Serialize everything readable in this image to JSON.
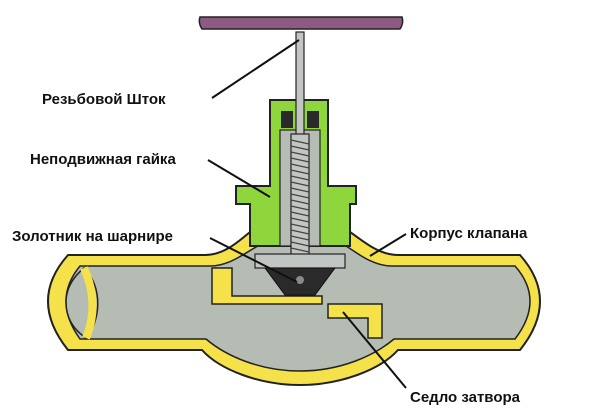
{
  "labels": {
    "stem": "Резьбовой Шток",
    "nut": "Неподвижная гайка",
    "disc": "Золотник на шарнире",
    "body": "Корпус клапана",
    "seat": "Седло затвора"
  },
  "colors": {
    "pipe_outline": "#f5e14a",
    "pipe_interior": "#b5bcb3",
    "bonnet": "#8ed63c",
    "handwheel": "#8c5a82",
    "stem": "#c2c6c3",
    "disc": "#2a2a2a",
    "outline": "#222222"
  }
}
